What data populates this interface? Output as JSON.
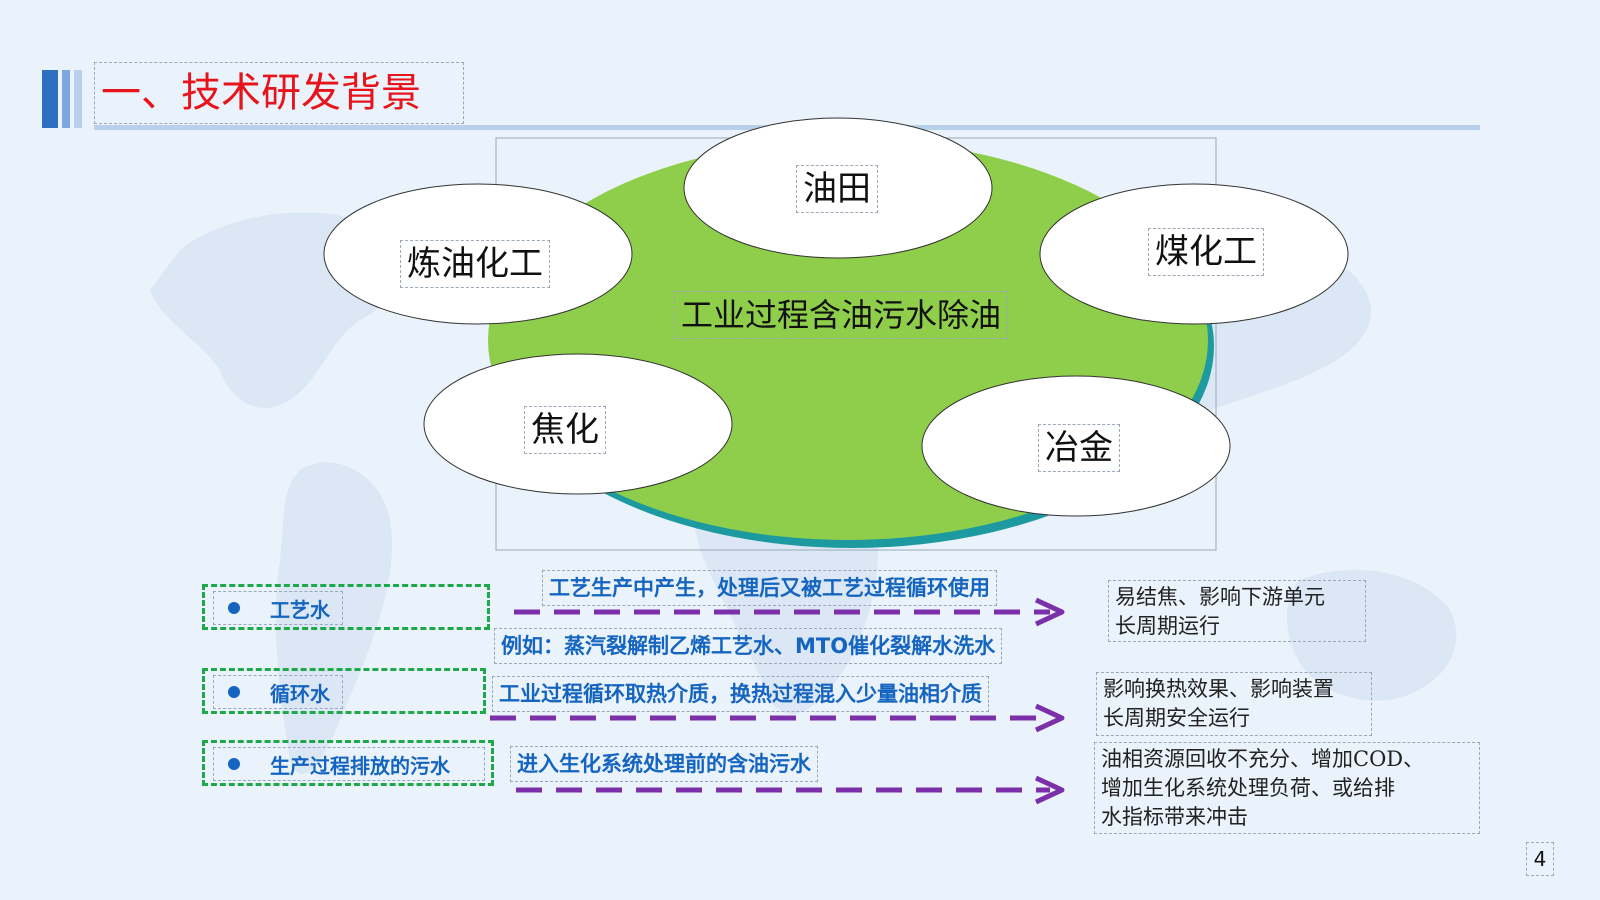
{
  "slide": {
    "title": "一、技术研发背景",
    "page_number": "4"
  },
  "diagram": {
    "center": "工业过程含油污水除油",
    "nodes": [
      "油田",
      "炼油化工",
      "煤化工",
      "焦化",
      "冶金"
    ],
    "colors": {
      "center_fill": "#8fce4a",
      "center_shadow": "#1d9aa0",
      "node_fill": "#ffffff"
    }
  },
  "water_types": [
    {
      "label": "工艺水",
      "descriptions": [
        "工艺生产中产生，处理后又被工艺过程循环使用",
        "例如：蒸汽裂解制乙烯工艺水、MTO催化裂解水洗水"
      ],
      "effects": [
        "易结焦、影响下游单元",
        "长周期运行"
      ]
    },
    {
      "label": "循环水",
      "descriptions": [
        "工业过程循环取热介质，换热过程混入少量油相介质"
      ],
      "effects": [
        "影响换热效果、影响装置",
        "长周期安全运行"
      ]
    },
    {
      "label": "生产过程排放的污水",
      "descriptions": [
        "进入生化系统处理前的含油污水"
      ],
      "effects": [
        "油相资源回收不充分、增加COD、",
        "增加生化系统处理负荷、或给排",
        "水指标带来冲击"
      ]
    }
  ],
  "colors": {
    "title": "#e8141b",
    "accent_blue": "#1565c0",
    "box_green": "#1ea84a",
    "arrow_purple": "#7b2fa8"
  }
}
